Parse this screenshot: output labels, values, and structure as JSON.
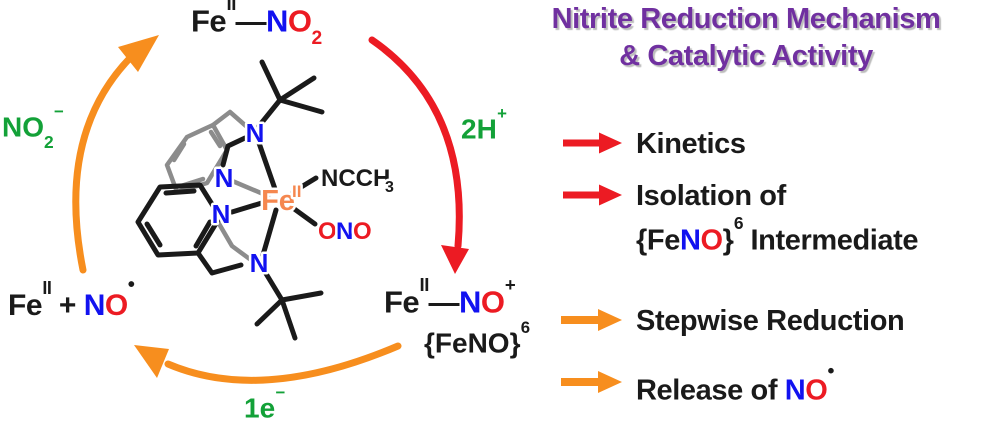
{
  "colors": {
    "purple_title": "#7030a0",
    "red": "#ec1b23",
    "orange": "#f78e1e",
    "green": "#13a138",
    "blue": "#1212f0",
    "black": "#1a1a1a",
    "fe_orange": "#f5874f",
    "ring_gray": "#8c8c8c",
    "background": "#ffffff"
  },
  "title": {
    "line1": "Nitrite Reduction Mechanism",
    "line2": "& Catalytic Activity"
  },
  "cycle": {
    "top_species": {
      "fe": "Fe",
      "ox": "II",
      "bond": "—",
      "n": "N",
      "o": "O",
      "sub": "2"
    },
    "right_species": {
      "fe": "Fe",
      "ox": "II",
      "bond": "—",
      "n": "N",
      "o": "O",
      "charge": "+",
      "tag": "{FeNO}",
      "tag_sup": "6"
    },
    "left_species": {
      "fe": "Fe",
      "ox": "II",
      "plus": "+",
      "n": "N",
      "o": "O",
      "radical": "•"
    },
    "step_labels": {
      "nitrite": {
        "base": "NO",
        "sub": "2",
        "sup": "−"
      },
      "protons": {
        "base": "2H",
        "sup": "+"
      },
      "electron": {
        "base": "1e",
        "sup": "−"
      }
    }
  },
  "molecule": {
    "fe": "Fe",
    "fe_ox": "II",
    "n_amine_top": "N",
    "n_py1": "N",
    "n_py2": "N",
    "n_amine_bottom": "N",
    "acetonitrile": {
      "base": "NCCH",
      "sub": "3"
    },
    "nitrito": {
      "o1": "O",
      "n": "N",
      "o2": "O"
    }
  },
  "bullets": {
    "kinetics": {
      "label": "Kinetics"
    },
    "isolation": {
      "line1": "Isolation of",
      "brace_open": "{Fe",
      "n": "N",
      "o": "O",
      "brace_close": "}",
      "sup": "6",
      "rest": " Intermediate"
    },
    "stepwise": {
      "label": "Stepwise Reduction"
    },
    "release": {
      "pre": "Release of ",
      "n": "N",
      "o": "O",
      "radical": "•"
    }
  }
}
